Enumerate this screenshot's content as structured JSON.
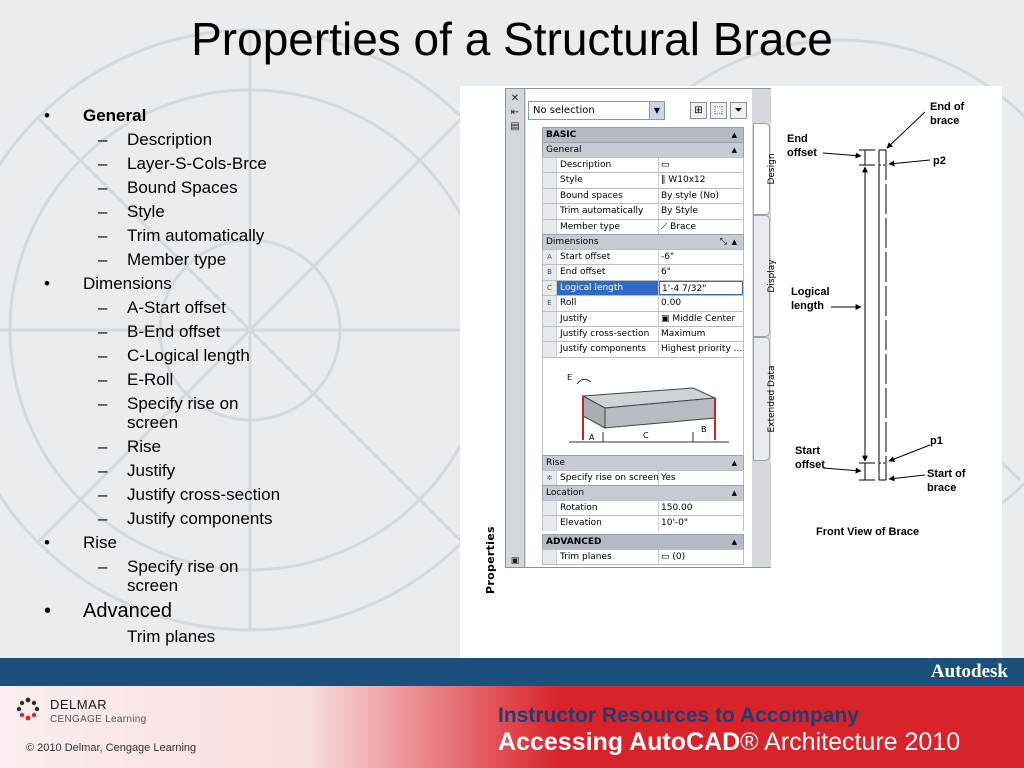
{
  "slide": {
    "title": "Properties of a Structural Brace"
  },
  "outline": {
    "general": "General",
    "general_items": [
      "Description",
      "Layer-S-Cols-Brce",
      "Bound Spaces",
      "Style",
      "Trim automatically",
      "Member type"
    ],
    "dimensions": "Dimensions",
    "dimensions_items": [
      "A-Start offset",
      "B-End offset",
      "C-Logical length",
      "E-Roll",
      "Specify rise on screen",
      "Rise",
      "Justify",
      "Justify cross-section",
      "Justify components"
    ],
    "rise": "Rise",
    "rise_items": [
      "Specify rise on screen"
    ],
    "advanced": "Advanced",
    "advanced_items": [
      "Trim planes"
    ],
    "bullet": "•",
    "dash": "–"
  },
  "palette": {
    "title": "Properties",
    "selection": "No selection",
    "strip_icons": [
      "✕",
      "⇤",
      "▤"
    ],
    "tabs": [
      "Design",
      "Display",
      "Extended Data"
    ],
    "sections": {
      "basic": "BASIC",
      "general": "General",
      "dimensions": "Dimensions",
      "rise": "Rise",
      "location": "Location",
      "advanced": "ADVANCED"
    },
    "general_rows": [
      {
        "label": "Description",
        "value": "▭"
      },
      {
        "label": "Style",
        "value": "‖ W10x12"
      },
      {
        "label": "Bound spaces",
        "value": "By style (No)"
      },
      {
        "label": "Trim automatically",
        "value": "By Style"
      },
      {
        "label": "Member type",
        "value": "⟋ Brace"
      }
    ],
    "dimension_rows": [
      {
        "key": "A",
        "label": "Start offset",
        "value": "-6\""
      },
      {
        "key": "B",
        "label": "End offset",
        "value": "6\""
      },
      {
        "key": "C",
        "label": "Logical length",
        "value": "1'-4 7/32\""
      },
      {
        "key": "E",
        "label": "Roll",
        "value": "0.00"
      },
      {
        "key": "",
        "label": "Justify",
        "value": "▣ Middle Center"
      },
      {
        "key": "",
        "label": "Justify cross-section",
        "value": "Maximum"
      },
      {
        "key": "",
        "label": "Justify components",
        "value": "Highest priority ..."
      }
    ],
    "rise_rows": [
      {
        "key": "✲",
        "label": "Specify rise on screen",
        "value": "Yes"
      }
    ],
    "location_rows": [
      {
        "label": "Rotation",
        "value": "150.00"
      },
      {
        "label": "Elevation",
        "value": "10'-0\""
      }
    ],
    "advanced_rows": [
      {
        "label": "Trim planes",
        "value": "▭ (0)"
      }
    ],
    "illustration_labels": [
      "E",
      "A",
      "C",
      "B"
    ]
  },
  "drawing": {
    "labels": {
      "end_of_brace": [
        "End of",
        "brace"
      ],
      "end_offset": [
        "End",
        "offset"
      ],
      "p2": "p2",
      "logical_length": [
        "Logical",
        "length"
      ],
      "p1": "p1",
      "start_offset": [
        "Start",
        "offset"
      ],
      "start_of_brace": [
        "Start of",
        "brace"
      ]
    },
    "caption": "Front View of Brace"
  },
  "footer": {
    "brand": "Autodesk",
    "publisher": "DELMAR",
    "publisher_sub": "CENGAGE Learning",
    "copyright": "© 2010 Delmar, Cengage Learning",
    "line1": "Instructor Resources to Accompany",
    "line2_bold": "Accessing AutoCAD",
    "line2_reg": "®",
    "line2_rest": " Architecture 2010"
  },
  "colors": {
    "footer_blue": "#1b4f7c",
    "footer_red": "#d8232a",
    "highlight": "#316ac5",
    "title_navy": "#1d3e73"
  }
}
